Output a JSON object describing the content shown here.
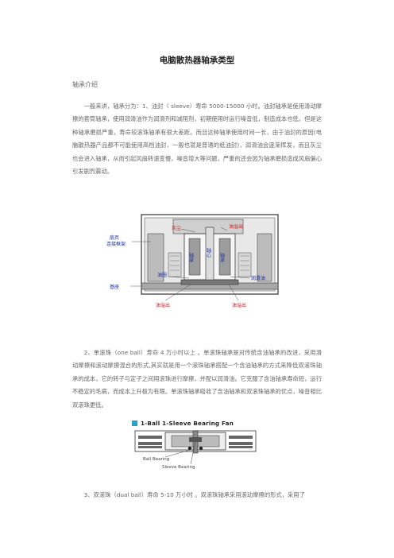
{
  "document": {
    "title": "电脑散热器轴承类型",
    "section_label": "轴承介绍",
    "paragraphs": [
      "一般来讲，轴承分为：1、油封（ sleeve）寿命 5000-15000 小时。油封轴承是使用滑动摩擦的套筒轴承，使用润滑油作为润滑剂和减阻剂，初期使用时运行噪音低，制造成本也低，但是这种轴承磨损严重，寿命较滚珠轴承有很大差距。而且这种轴承使用时间一长，由于油封的原因(电脑散热器产品都不可能使用高档油封，一般也就是普通的纸油封)，润滑油会逐渐挥发，而且灰尘也会进入轴承，从而引起风扇转速变慢，噪音增大等问题，严重的还会因为轴承磨损造成风扇偏心引发剧烈震动。",
      "2、单滚珠（one ball）寿命 4 万小时以上 。单滚珠轴承是对传统含油轴承的改进，采用滑动摩擦和滚动摩擦混合的形式,其实就是用一个滚珠轴承搭配一个含油轴承的方式来降低双滚珠轴承的成本，它的转子与定子之间用滚珠进行摩擦，并配以润滑油。它克服了含油轴承寿命短，运行不稳定的毛病，而成本上升极为有限。单滚珠轴承吸收了含油轴承和双滚珠轴承的优点，噪音相比双滚珠更低。",
      "3、双滚珠（dual ball）寿命 5-10 万小时 。双滚珠轴承采用滚动摩擦的形式，采用了"
    ]
  },
  "figure1": {
    "labels": {
      "dust": "灰尘",
      "oil_leak_top": "油溢出",
      "blade": "扇页",
      "connect": "连接框架",
      "shaft": "轴承",
      "core": "轴心",
      "shaft2": "轴承",
      "seal": "油圈",
      "lube": "润滑油",
      "base": "基座",
      "oil_leak_bl": "油溢出",
      "oil_leak_br": "油溢出"
    }
  },
  "figure2": {
    "title": "1-Ball 1-Sleeve Bearing Fan",
    "ball_label": "Ball Bearing",
    "sleeve_label": "Sleeve Bearing"
  },
  "colors": {
    "accent_red": "#d02020",
    "accent_blue": "#1a2fa0",
    "title_square": "#2aa3c2"
  }
}
